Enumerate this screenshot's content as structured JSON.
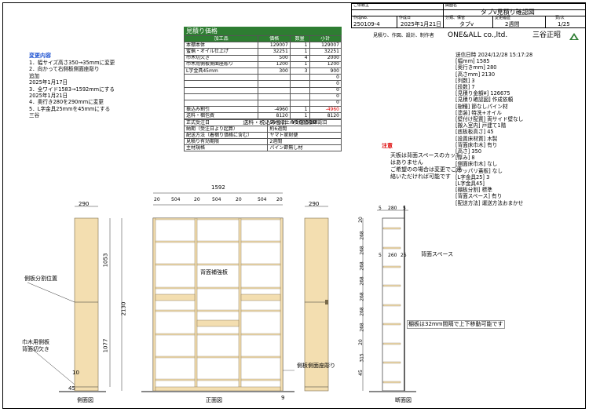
{
  "title_block": {
    "row1": [
      "作成No.",
      "作成日",
      "分類、保管",
      "変更履歴",
      "頁/次"
    ],
    "drawing_name_label": "図面名",
    "drawing_name": "タブv見積り確認図",
    "customer_label": "ご依頼主",
    "number": "250109-4",
    "date": "2025年1月21日",
    "category": "タブv",
    "revision": "2週間",
    "page": "1/25",
    "note_left": "見積り、作図、設計、制作者",
    "company": "ONE&ALL co.,ltd.",
    "author": "三谷正昭"
  },
  "estimate": {
    "title": "見積り価格",
    "headers": [
      "加工品",
      "価格",
      "数量",
      "小計"
    ],
    "rows": [
      [
        "本棚本体",
        "129007",
        "1",
        "129007"
      ],
      [
        "蜜蝋・オイル仕上げ",
        "32251",
        "1",
        "32251"
      ],
      [
        "巾木切欠き",
        "500",
        "4",
        "2000"
      ],
      [
        "巾木用側板側面座彫り",
        "1200",
        "1",
        "1200"
      ],
      [
        "L字金具45mm",
        "300",
        "3",
        "900"
      ],
      [
        "",
        "",
        "",
        "0"
      ],
      [
        "",
        "",
        "",
        "0"
      ],
      [
        "",
        "",
        "",
        "0"
      ],
      [
        "",
        "",
        "",
        "0"
      ],
      [
        "",
        "",
        "",
        "0"
      ],
      [
        "振込み割引",
        "-4960",
        "1",
        "-4960"
      ],
      [
        "送料・梱包費",
        "8120",
        "1",
        "8120"
      ]
    ],
    "total_label": "送料・税込み合計",
    "total": "¥168518",
    "info": [
      [
        "正式受注日",
        "50%以上の受注金額確認日"
      ],
      [
        "納期（受注日より起算）",
        "約6週間"
      ],
      [
        "配送方法（着梱り価格に含む）",
        "ヤマト家財便"
      ],
      [
        "見積り有効期限",
        "2週間"
      ],
      [
        "主材規格",
        "パイン節無し材"
      ]
    ]
  },
  "changes": {
    "title": "変更内容",
    "lines": [
      "1．幅サイズ高さ350→35mmに変更",
      "2．向かって右側板側面座彫り",
      "追加",
      "2025年1月17日",
      "3．全ワイド1583→1592mmにする",
      "2025年1月21日",
      "4．奥行き280を290mmに変更",
      "5．L字金具25mmを45mmにする",
      "三谷"
    ]
  },
  "spec": {
    "lines": [
      "送信日時 2024/12/28 15:17:28",
      "[幅mm] 1585",
      "[奥行きmm] 280",
      "[高さmm] 2130",
      "[列数] 3",
      "[段数] 7",
      "[見積り金額¥] 126675",
      "[見積り確認図] 作成依頼",
      "[樹種] 節なしパイン材",
      "[塗装] 特洗+オイル",
      "[壁付け配置] 両サイド壁なし",
      "[搬入室内] 戸建て1階",
      "[底板板高さ] 45",
      "[設置床材質] 木製",
      "[背面床巾木] 有り",
      "[高さ] 350",
      "[厚み] 8",
      "[側面床巾木] なし",
      "[ツッパリ蓋板] なし",
      "[L字金具25] 3",
      "[L字金具45]",
      "[棚板分割] 標準",
      "[背面スペース] 有り",
      "[配送方法] 運送方法おまかせ"
    ]
  },
  "notice": {
    "title": "注意",
    "text": [
      "天板は背面スペースのカット",
      "はありません",
      "ご希望のの場合は変更でご連",
      "絡いただければ可能です"
    ]
  },
  "drawing": {
    "side_width": "290",
    "width_total": "1592",
    "top_dims": [
      "20",
      "504",
      "20",
      "504",
      "20",
      "504",
      "20"
    ],
    "height": "2130",
    "upper": "1053",
    "lower": "1077",
    "base": "45",
    "ten": "10",
    "nine": "9",
    "sec_top": [
      "5",
      "280",
      "5"
    ],
    "sec_mid": [
      "5",
      "260",
      "25"
    ],
    "sec_dims": [
      "20",
      "268",
      "268",
      "268",
      "268",
      "268",
      "268",
      "268",
      "20",
      "315",
      "45"
    ],
    "labels": {
      "side_split": "側板分割位置",
      "baseboard_cut": [
        "巾木用側板",
        "背面切欠き"
      ],
      "reinforce": "背面補強板",
      "counterbore": "側板側面座彫り",
      "back_space": "背面スペース",
      "shelf_pitch": "棚板は32mm間隔で上下移動可能です",
      "side_view": "側面図",
      "front_view": "正面図",
      "section_view": "断面図"
    }
  }
}
